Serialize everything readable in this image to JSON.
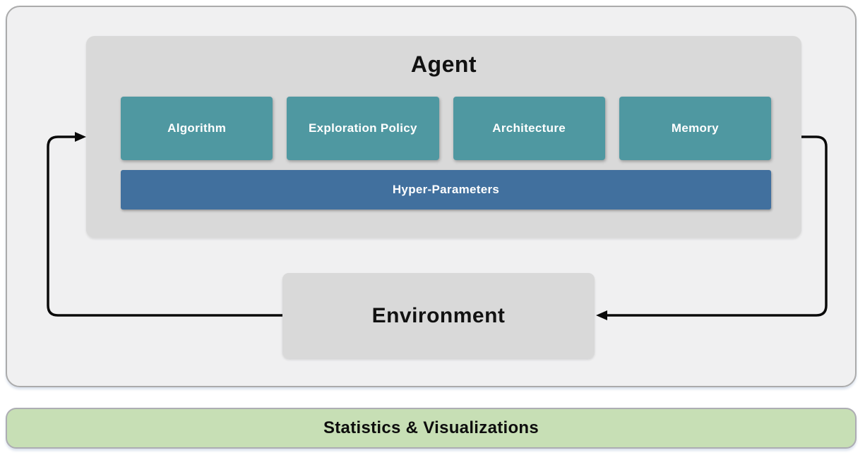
{
  "agent": {
    "title": "Agent",
    "components": [
      "Algorithm",
      "Exploration Policy",
      "Architecture",
      "Memory"
    ],
    "hyper_parameters_label": "Hyper-Parameters"
  },
  "environment": {
    "label": "Environment"
  },
  "statistics": {
    "label": "Statistics & Visualizations"
  },
  "colors": {
    "component_teal": "#4F98A1",
    "hyper_parameters_blue": "#41709E",
    "box_gray": "#D9D9D9",
    "panel_background": "#F0F0F1",
    "panel_border": "#ABABAB",
    "statistics_green": "#C7DFB5",
    "arrow": "#0A0A0A"
  }
}
